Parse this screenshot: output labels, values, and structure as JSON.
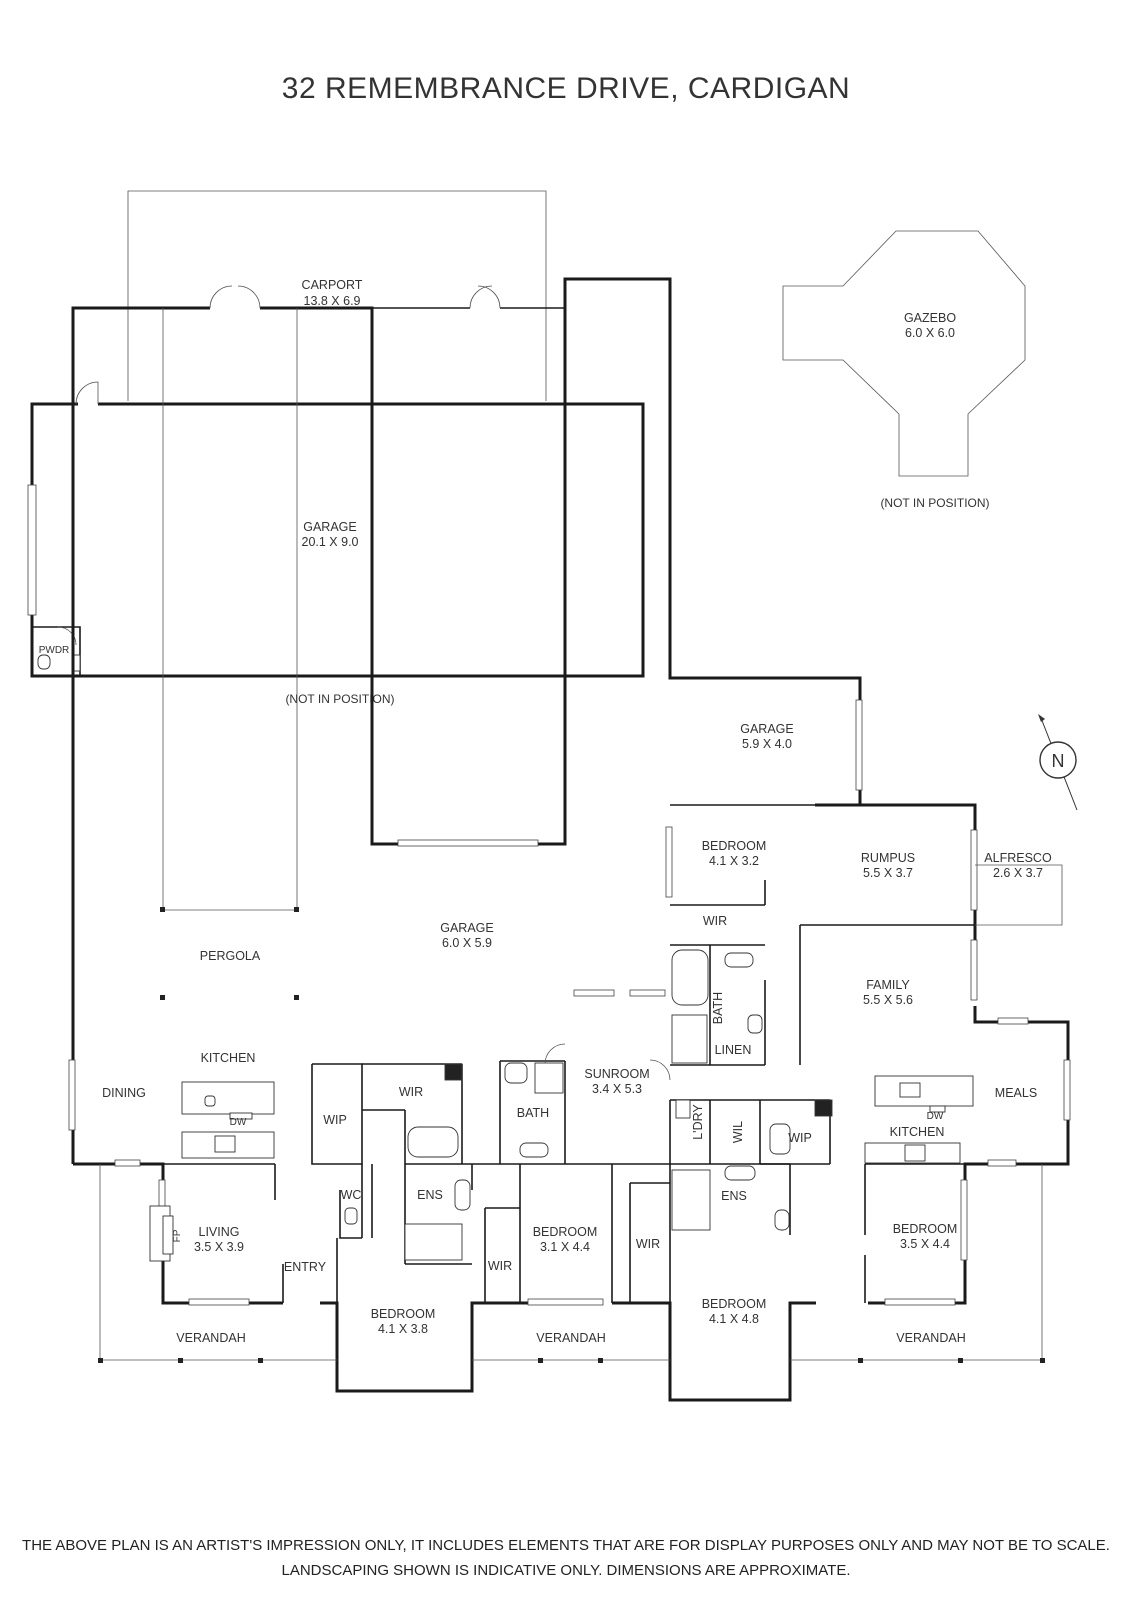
{
  "title": "32 REMEMBRANCE DRIVE, CARDIGAN",
  "rooms": {
    "carport": {
      "name": "CARPORT",
      "dims": "13.8 X 6.9"
    },
    "gazebo": {
      "name": "GAZEBO",
      "dims": "6.0 X 6.0"
    },
    "garage_large": {
      "name": "GARAGE",
      "dims": "20.1 X 9.0"
    },
    "pwdr": {
      "name": "PWDR"
    },
    "garage_east": {
      "name": "GARAGE",
      "dims": "5.9 X 4.0"
    },
    "bedroom_ne": {
      "name": "BEDROOM",
      "dims": "4.1 X 3.2"
    },
    "rumpus": {
      "name": "RUMPUS",
      "dims": "5.5 X 3.7"
    },
    "alfresco": {
      "name": "ALFRESCO",
      "dims": "2.6 X 3.7"
    },
    "garage_mid": {
      "name": "GARAGE",
      "dims": "6.0 X 5.9"
    },
    "pergola": {
      "name": "PERGOLA"
    },
    "wir_ne": {
      "name": "WIR"
    },
    "bath_ne": {
      "name": "BATH"
    },
    "linen": {
      "name": "LINEN"
    },
    "family": {
      "name": "FAMILY",
      "dims": "5.5 X 5.6"
    },
    "kitchen_w": {
      "name": "KITCHEN"
    },
    "dining": {
      "name": "DINING"
    },
    "dw_w": {
      "name": "DW"
    },
    "wip_w": {
      "name": "WIP"
    },
    "wir_w": {
      "name": "WIR"
    },
    "bath_mid": {
      "name": "BATH"
    },
    "sunroom": {
      "name": "SUNROOM",
      "dims": "3.4 X 5.3"
    },
    "ldry": {
      "name": "L'DRY"
    },
    "wil": {
      "name": "WIL"
    },
    "wip_e": {
      "name": "WIP"
    },
    "kitchen_e": {
      "name": "KITCHEN"
    },
    "dw_e": {
      "name": "DW"
    },
    "meals": {
      "name": "MEALS"
    },
    "wc": {
      "name": "WC"
    },
    "ens_w": {
      "name": "ENS"
    },
    "ens_e": {
      "name": "ENS"
    },
    "fp": {
      "name": "FP"
    },
    "living": {
      "name": "LIVING",
      "dims": "3.5 X 3.9"
    },
    "entry": {
      "name": "ENTRY"
    },
    "wir_mid": {
      "name": "WIR"
    },
    "bedroom_mid": {
      "name": "BEDROOM",
      "dims": "3.1 X 4.4"
    },
    "wir_c": {
      "name": "WIR"
    },
    "bedroom_se": {
      "name": "BEDROOM",
      "dims": "3.5 X 4.4"
    },
    "bedroom_w": {
      "name": "BEDROOM",
      "dims": "4.1 X 3.8"
    },
    "bedroom_c": {
      "name": "BEDROOM",
      "dims": "4.1 X 4.8"
    },
    "verandah_w": {
      "name": "VERANDAH"
    },
    "verandah_c": {
      "name": "VERANDAH"
    },
    "verandah_e": {
      "name": "VERANDAH"
    }
  },
  "notes": {
    "gazebo_note": "(NOT IN POSITION)",
    "garage_note": "(NOT IN POSITION)"
  },
  "compass": {
    "label": "N"
  },
  "disclaimer": {
    "line1": "THE ABOVE PLAN IS AN ARTIST'S IMPRESSION ONLY, IT INCLUDES ELEMENTS THAT ARE FOR DISPLAY PURPOSES ONLY AND MAY NOT BE TO SCALE.",
    "line2": "LANDSCAPING SHOWN IS INDICATIVE ONLY. DIMENSIONS ARE APPROXIMATE."
  }
}
